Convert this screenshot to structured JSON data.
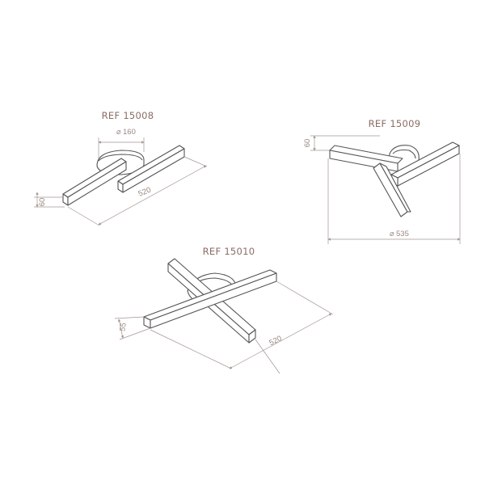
{
  "products": [
    {
      "ref": "REF 15008",
      "dimensions": {
        "base": "160",
        "width": "520",
        "height": "60"
      }
    },
    {
      "ref": "REF 15009",
      "dimensions": {
        "height": "60",
        "width": "535"
      }
    },
    {
      "ref": "REF 15010",
      "dimensions": {
        "height": "55",
        "width": "520"
      }
    }
  ],
  "symbols": {
    "diameter": "⌀"
  }
}
